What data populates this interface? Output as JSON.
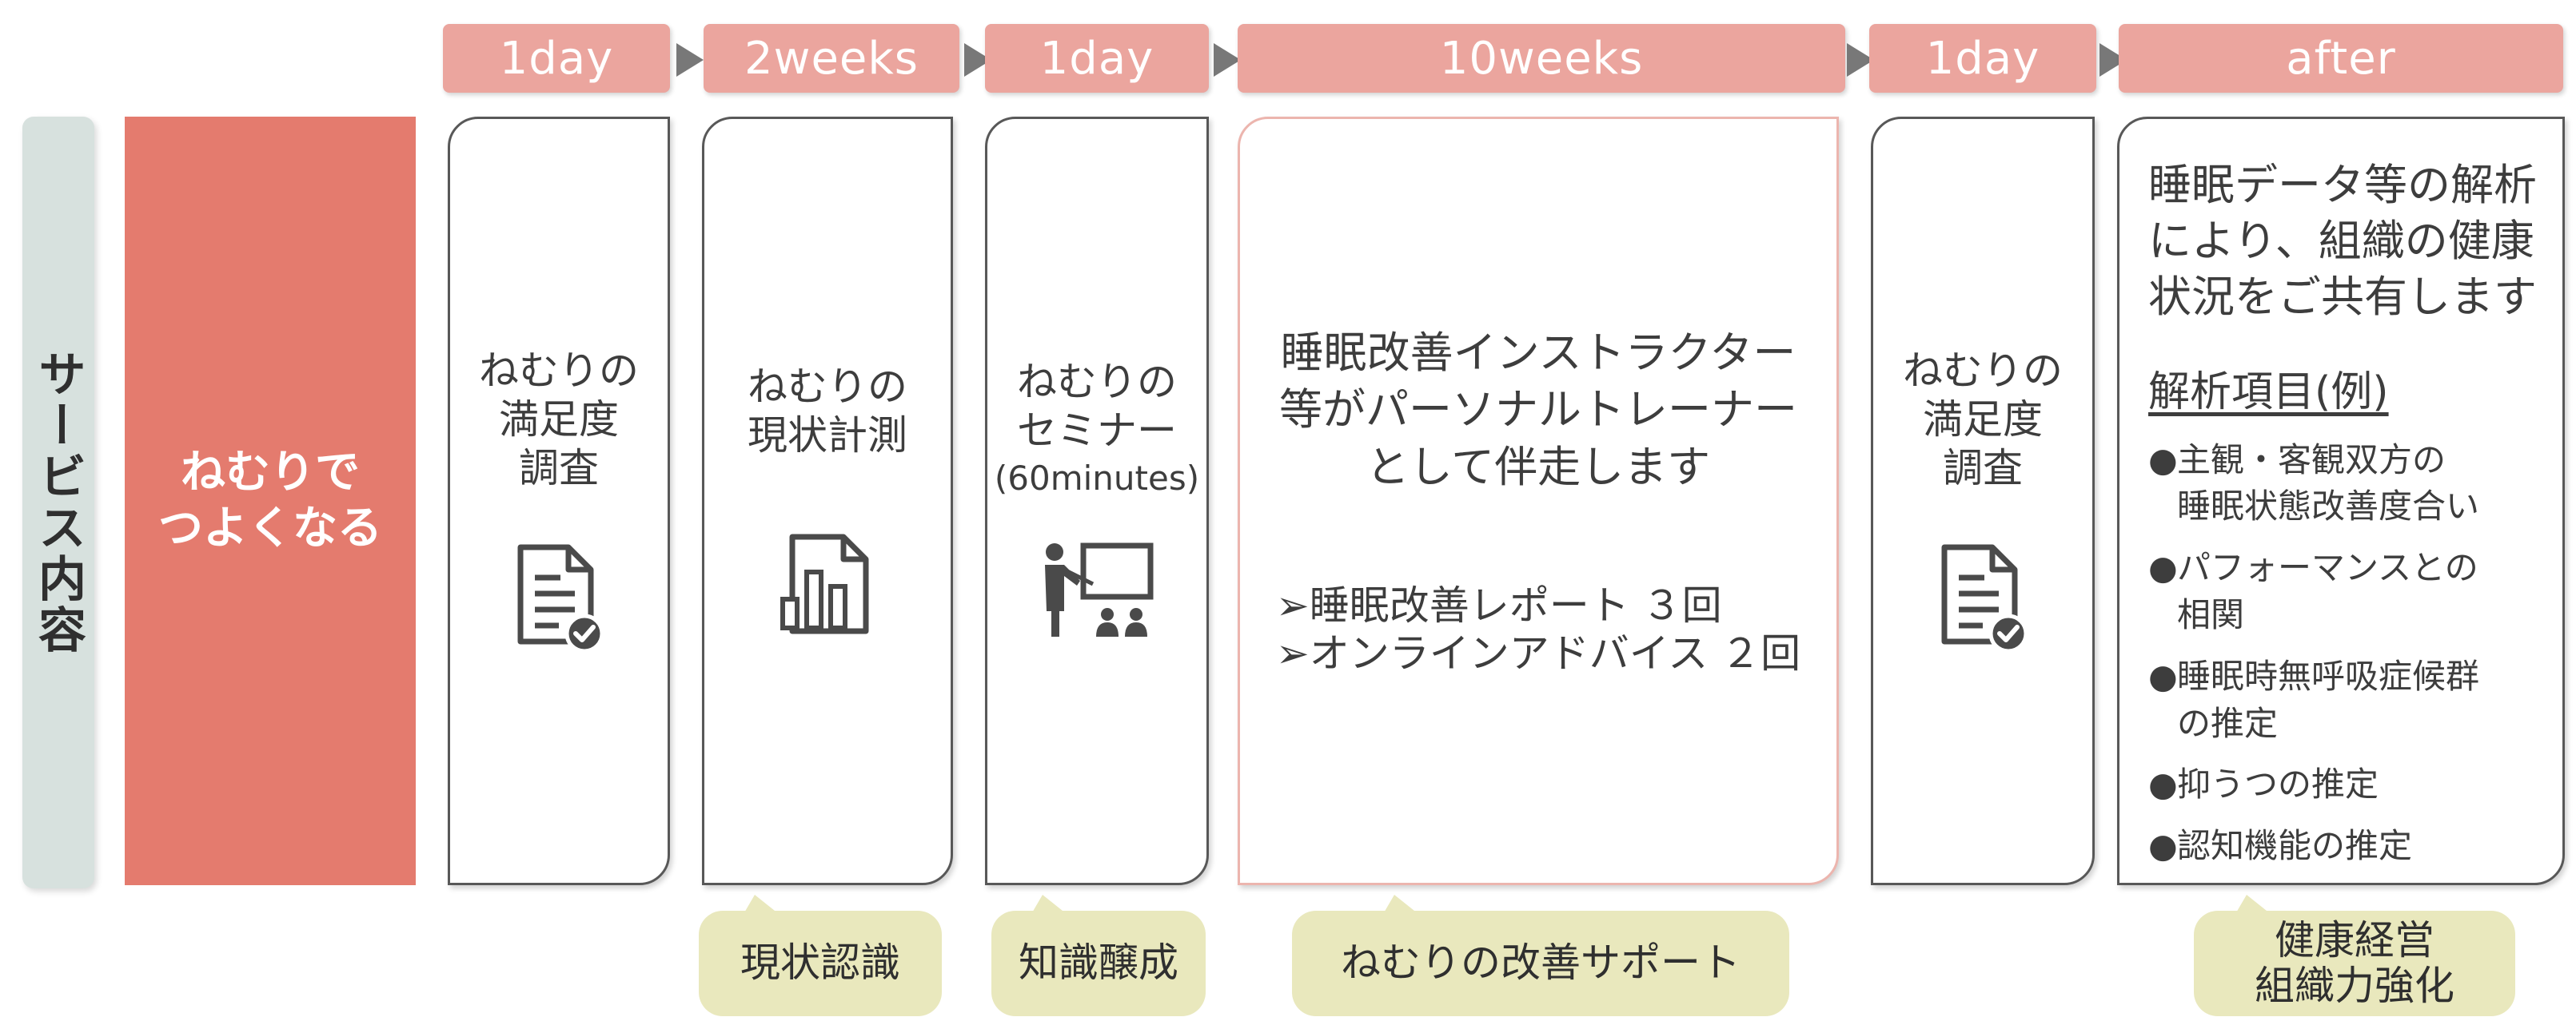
{
  "durations": [
    "1day",
    "2weeks",
    "1day",
    "10weeks",
    "1day",
    "after"
  ],
  "side_label": "サービス内容",
  "main_label": [
    "ねむりで",
    "つよくなる"
  ],
  "steps": {
    "survey1": {
      "title": [
        "ねむりの",
        "満足度",
        "調査"
      ],
      "icon": "survey-check-icon"
    },
    "measure": {
      "title": [
        "ねむりの",
        "現状計測"
      ],
      "icon": "bar-chart-document-icon"
    },
    "seminar": {
      "title": [
        "ねむりの",
        "セミナー"
      ],
      "sub": "(60minutes)",
      "icon": "presentation-icon"
    },
    "personal": {
      "lines": [
        "睡眠改善インストラクター",
        "等がパーソナルトレーナー",
        "として伴走します"
      ],
      "list": [
        "➢睡眠改善レポート ３回",
        "➢オンラインアドバイス ２回"
      ]
    },
    "survey2": {
      "title": [
        "ねむりの",
        "満足度",
        "調査"
      ],
      "icon": "survey-check-icon"
    },
    "after": {
      "lines": [
        "睡眠データ等の解析",
        "により、組織の健康",
        "状況をご共有します"
      ],
      "heading": "解析項目(例)",
      "items": [
        {
          "l1": "主観・客観双方の",
          "l2": "睡眠状態改善度合い"
        },
        {
          "l1": "パフォーマンスとの",
          "l2": "相関"
        },
        {
          "l1": "睡眠時無呼吸症候群",
          "l2": "の推定"
        },
        {
          "l1": "抑うつの推定",
          "l2": ""
        },
        {
          "l1": "認知機能の推定",
          "l2": ""
        }
      ]
    }
  },
  "bubbles": {
    "recognition": "現状認識",
    "knowledge": "知識醸成",
    "support": "ねむりの改善サポート",
    "management": [
      "健康経営",
      "組織力強化"
    ]
  },
  "colors": {
    "duration": "#eba59e",
    "main_label": "#e47b6e",
    "side_label": "#d7e1de",
    "bubble": "#e9e8bd",
    "card_border": "#585858",
    "highlight_border": "#ecb5ae"
  }
}
